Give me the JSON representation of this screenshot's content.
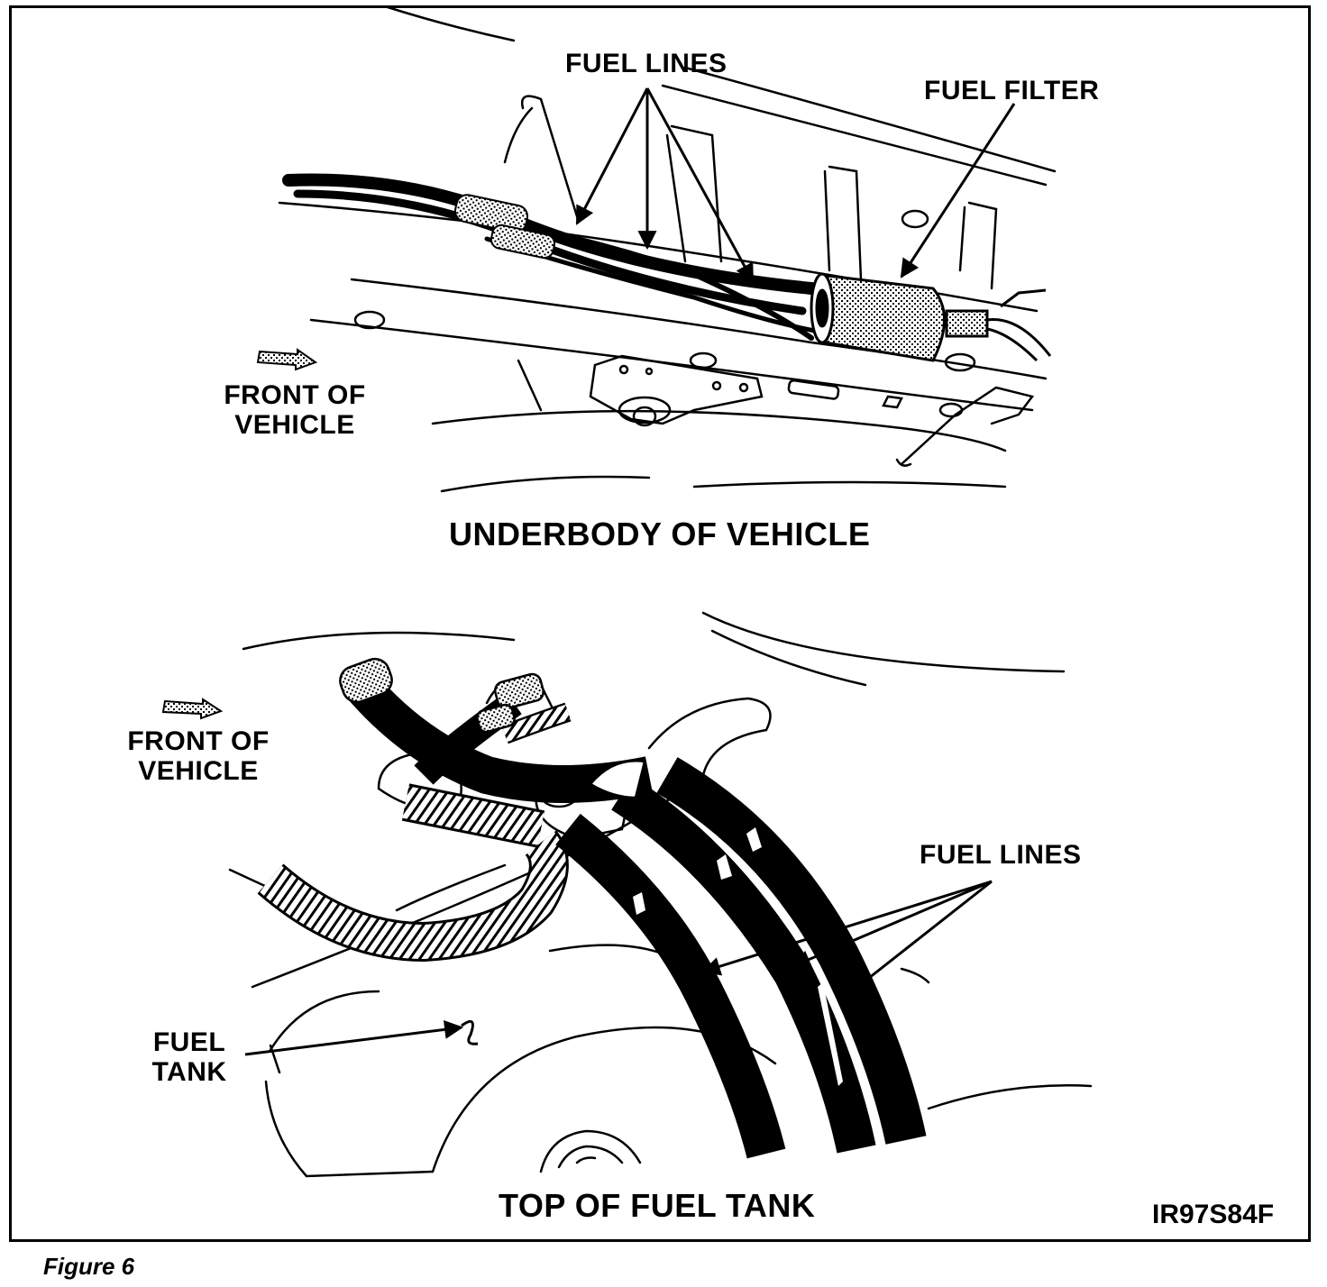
{
  "figure_caption": "Figure 6",
  "image_code": "IR97S84F",
  "top_panel": {
    "title": "UNDERBODY OF VEHICLE",
    "labels": {
      "fuel_lines": "FUEL LINES",
      "fuel_filter": "FUEL FILTER",
      "front_line1": "FRONT OF",
      "front_line2": "VEHICLE"
    }
  },
  "bottom_panel": {
    "title": "TOP OF FUEL TANK",
    "labels": {
      "fuel_lines": "FUEL LINES",
      "fuel_tank_line1": "FUEL",
      "fuel_tank_line2": "TANK",
      "front_line1": "FRONT OF",
      "front_line2": "VEHICLE"
    }
  }
}
